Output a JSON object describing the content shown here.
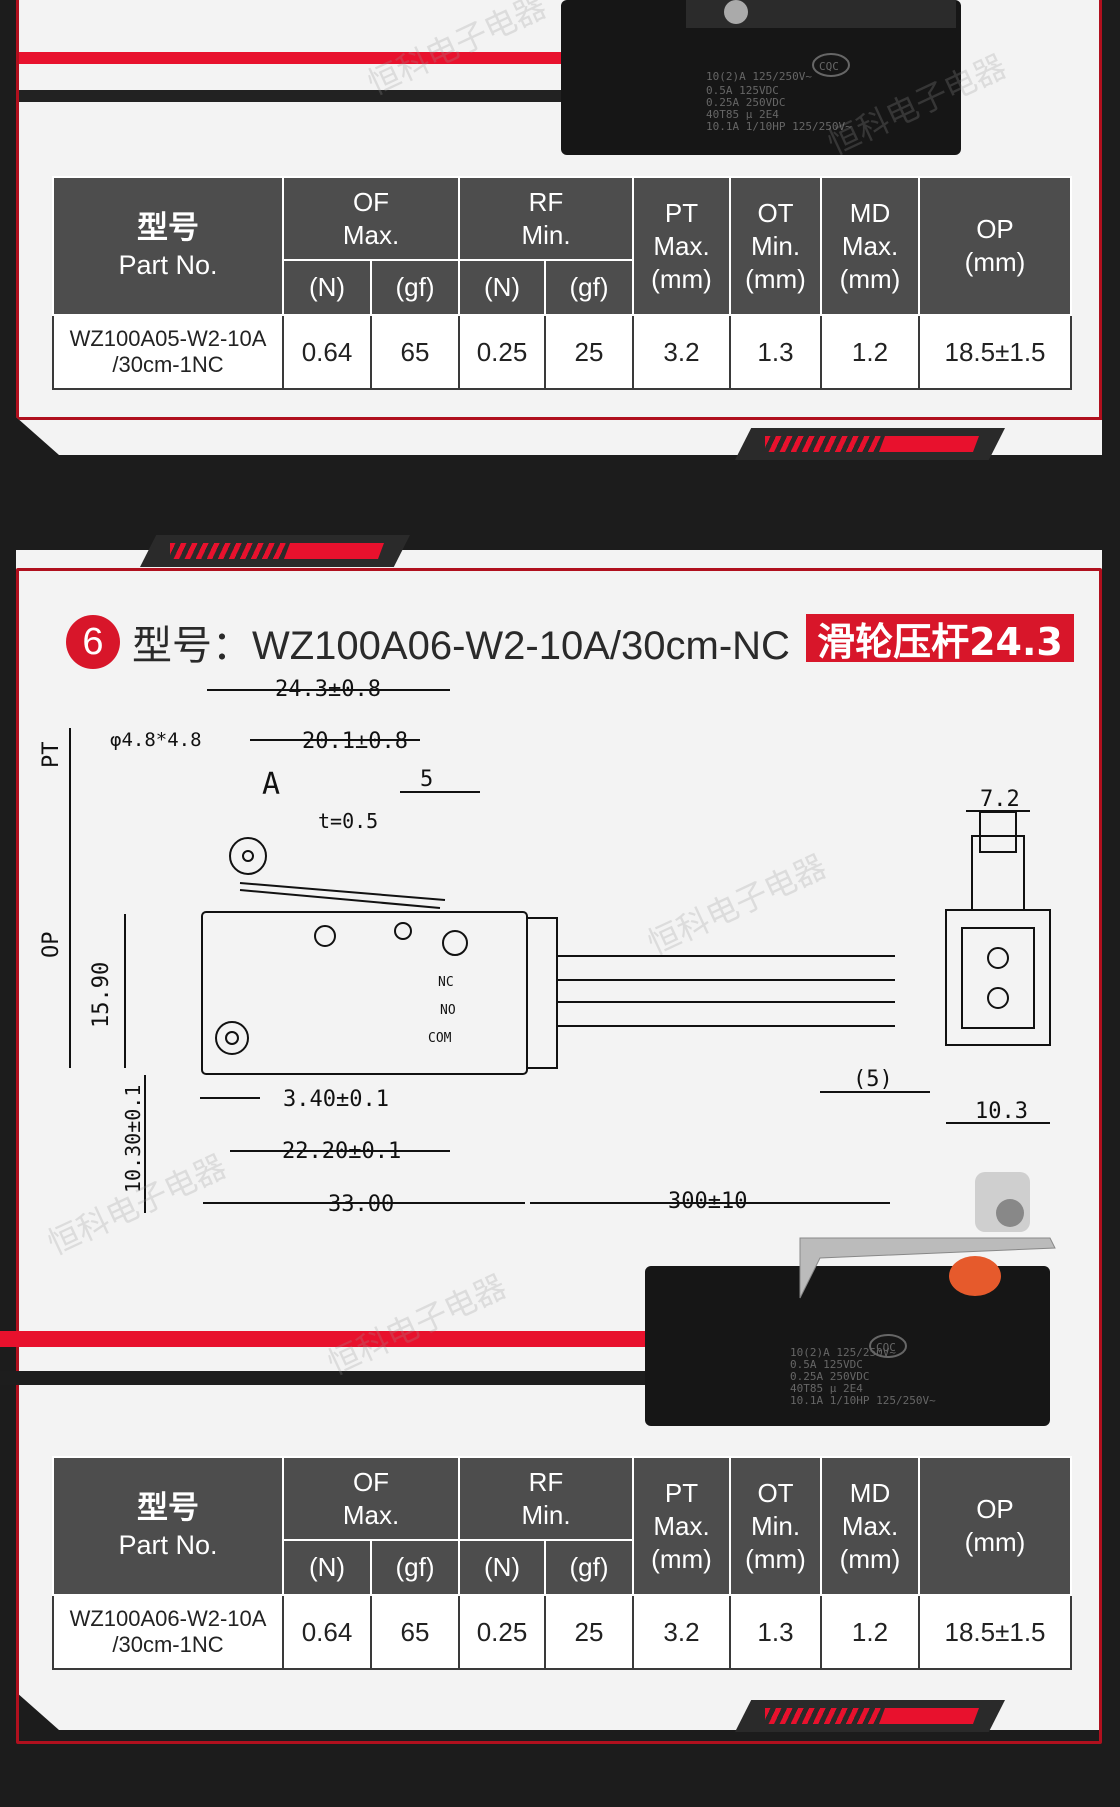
{
  "watermark_text": "恒科电子电器",
  "colors": {
    "accent": "#d8162a",
    "header_bg": "#4d4d4d",
    "page_bg": "#1c1c1c"
  },
  "table_headers": {
    "part_cn": "型号",
    "part_en": "Part No.",
    "of_line1": "OF",
    "of_line2": "Max.",
    "rf_line1": "RF",
    "rf_line2": "Min.",
    "pt_line1": "PT",
    "pt_line2": "Max.",
    "ot_line1": "OT",
    "ot_line2": "Min.",
    "md_line1": "MD",
    "md_line2": "Max.",
    "op_line1": "OP",
    "unit_mm": "(mm)",
    "unit_n": "(N)",
    "unit_gf": "(gf)"
  },
  "row1": {
    "part_line1": "WZ100A05-W2-10A",
    "part_line2": "/30cm-1NC",
    "of_n": "0.64",
    "of_gf": "65",
    "rf_n": "0.25",
    "rf_gf": "25",
    "pt": "3.2",
    "ot": "1.3",
    "md": "1.2",
    "op": "18.5±1.5"
  },
  "section6": {
    "number": "6",
    "title": "型号：WZ100A06-W2-10A/30cm-NC",
    "badge": "滑轮压杆24.3"
  },
  "drawing": {
    "dim_overall": "24.3±0.8",
    "dim_roller": "φ4.8*4.8",
    "dim_20": "20.1±0.8",
    "arrow_label": "A",
    "dim_5": "5",
    "dim_t": "t=0.5",
    "dim_pt": "PT",
    "dim_op": "OP",
    "dim_1590": "15.90",
    "dim_1030": "10.30±0.1",
    "dim_340": "3.40±0.1",
    "dim_2220": "22.20±0.1",
    "dim_33": "33.00",
    "dim_300": "300±10",
    "dim_wire": "(5)",
    "dim_72": "7.2",
    "dim_103": "10.3",
    "label_nc": "NC",
    "label_no": "NO",
    "label_com": "COM"
  },
  "product_label": {
    "line1": "10(2)A 125/250V~",
    "line2": "0.5A 125VDC",
    "line3": "0.25A 250VDC",
    "line4": "40T85 μ 2E4",
    "line5": "10.1A 1/10HP 125/250V~",
    "cqc": "CQC"
  },
  "row2": {
    "part_line1": "WZ100A06-W2-10A",
    "part_line2": "/30cm-1NC",
    "of_n": "0.64",
    "of_gf": "65",
    "rf_n": "0.25",
    "rf_gf": "25",
    "pt": "3.2",
    "ot": "1.3",
    "md": "1.2",
    "op": "18.5±1.5"
  }
}
